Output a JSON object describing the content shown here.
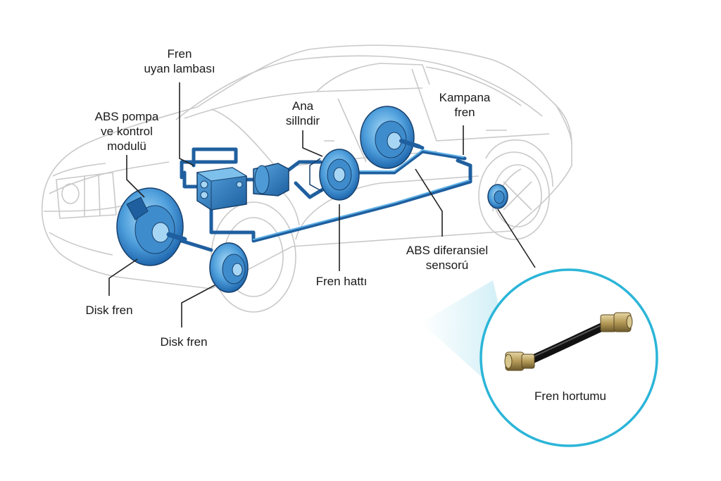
{
  "labels": {
    "fren_uyan_lambasi": [
      "Fren",
      "uyan lambası"
    ],
    "abs_pompa": [
      "ABS pompa",
      "ve kontrol",
      "modulü"
    ],
    "ana_silindir": [
      "Ana",
      "sillndir"
    ],
    "kampana_fren": [
      "Kampana",
      "fren"
    ],
    "abs_sensor": [
      "ABS diferansiel",
      "sensorú"
    ],
    "fren_hatti": "Fren hattı",
    "disk_fren_front": "Disk fren",
    "disk_fren_rear": "Disk fren",
    "fren_hortumu": "Fren hortumu"
  },
  "colors": {
    "car_outline": "#c8c8c8",
    "component_blue": "#2f7fc4",
    "component_light": "#6fb6e6",
    "leader": "#222222",
    "callout_ring": "#2bb5d8",
    "hose": "#1c1c1c",
    "fitting": "#b8a063"
  }
}
